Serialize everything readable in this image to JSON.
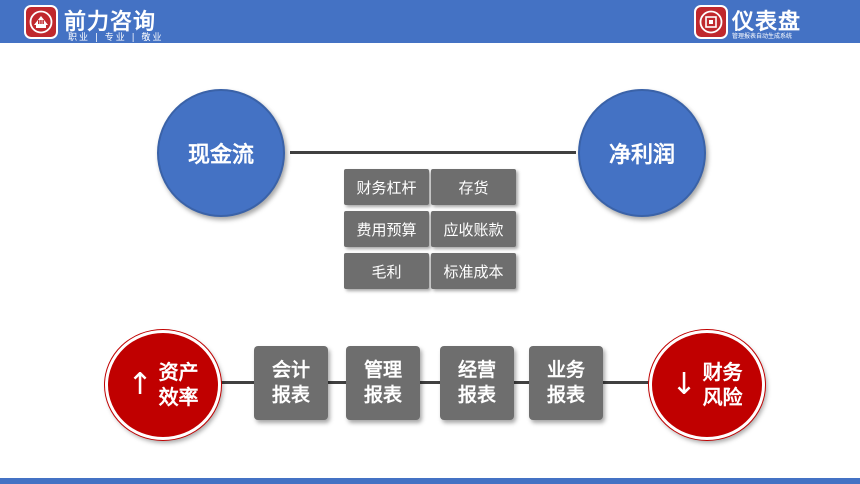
{
  "header": {
    "left_brand": {
      "name": "前力咨询",
      "slogan": "职业 | 专业 | 敬业",
      "icon": "building-emblem-icon"
    },
    "right_brand": {
      "name": "仪表盘",
      "slogan": "管理报表自动生成系统",
      "icon": "building-emblem-icon"
    },
    "bar_color": "#4472c4"
  },
  "top_section": {
    "left_circle": "现金流",
    "right_circle": "净利润",
    "tiles": [
      "财务杠杆",
      "存货",
      "费用预算",
      "应收账款",
      "毛利",
      "标准成本"
    ]
  },
  "bottom_section": {
    "left_circle": {
      "arrow": "↑",
      "line1": "资产",
      "line2": "效率"
    },
    "right_circle": {
      "arrow": "↓",
      "line1": "财务",
      "line2": "风险"
    },
    "reports": [
      {
        "line1": "会计",
        "line2": "报表"
      },
      {
        "line1": "管理",
        "line2": "报表"
      },
      {
        "line1": "经营",
        "line2": "报表"
      },
      {
        "line1": "业务",
        "line2": "报表"
      }
    ]
  },
  "colors": {
    "blue": "#4472c4",
    "red": "#c00000",
    "tile_gray": "#6e6e6e"
  }
}
